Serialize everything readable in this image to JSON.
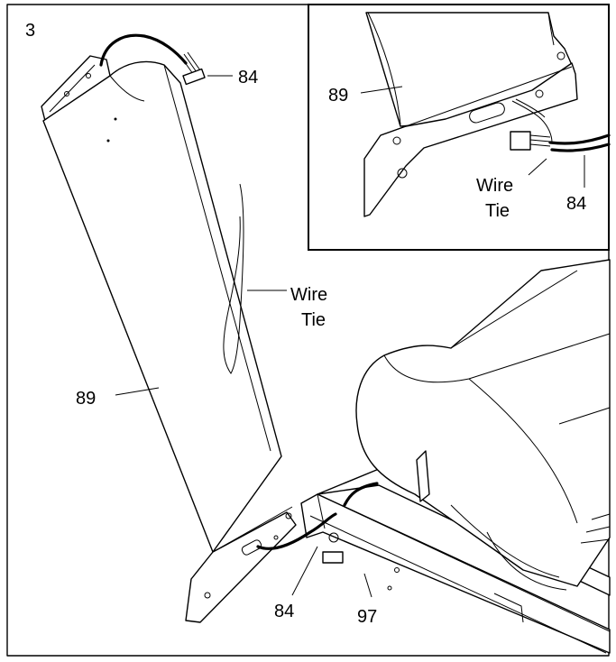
{
  "step_number": "3",
  "labels": {
    "connector_wire_top": "84",
    "upright_main": "89",
    "wire_tie_main_line1": "Wire",
    "wire_tie_main_line2": "Tie",
    "connector_wire_bottom": "84",
    "base_frame": "97",
    "inset_upright": "89",
    "inset_wire_tie_line1": "Wire",
    "inset_wire_tie_line2": "Tie",
    "inset_connector_wire": "84"
  }
}
